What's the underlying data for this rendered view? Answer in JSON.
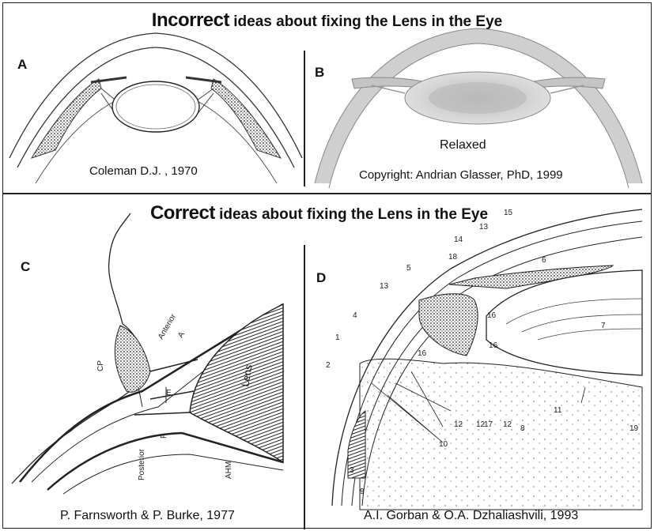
{
  "top_title": {
    "highlight": "Incorrect",
    "rest": " ideas about fixing the Lens in the Eye"
  },
  "bottom_title": {
    "highlight": "Correct",
    "rest": " ideas about fixing the Lens in the Eye"
  },
  "panels": {
    "a": {
      "letter": "A",
      "caption": "Coleman D.J. , 1970"
    },
    "b": {
      "letter": "B",
      "caption": "Copyright: Andrian Glasser, PhD, 1999",
      "state_label": "Relaxed"
    },
    "c": {
      "letter": "C",
      "caption": "P. Farnsworth & P. Burke, 1977",
      "labels": {
        "cp": "CP",
        "anterior": "Anterior",
        "a": "A",
        "e": "E",
        "lens": "Lens",
        "p": "P",
        "posterior": "Posterior",
        "ahm": "AHM"
      }
    },
    "d": {
      "letter": "D",
      "caption": "A.I. Gorban & O.A. Dzhaliashvili, 1993",
      "numbers": [
        "1",
        "2",
        "3",
        "4",
        "5",
        "6",
        "7",
        "8",
        "9",
        "10",
        "11",
        "12",
        "12",
        "12",
        "13",
        "13",
        "14",
        "15",
        "16",
        "16",
        "16",
        "17",
        "18",
        "19"
      ]
    }
  }
}
